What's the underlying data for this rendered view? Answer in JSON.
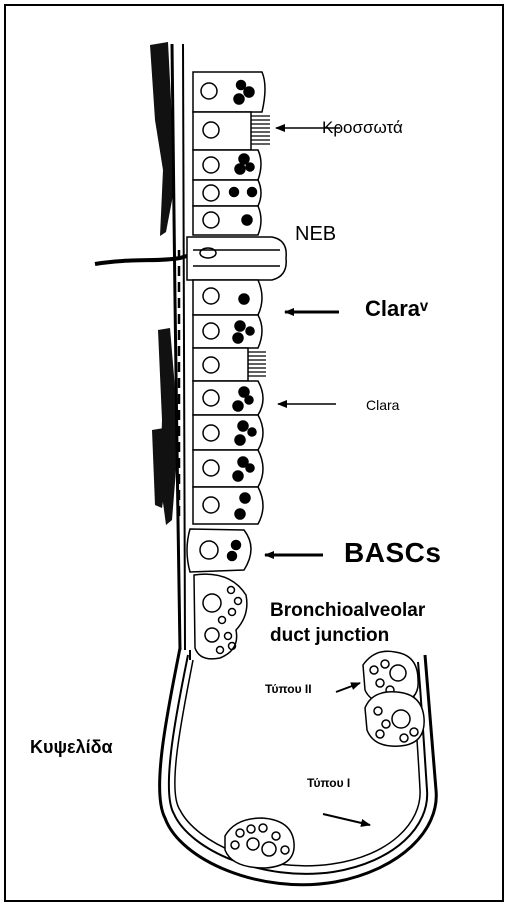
{
  "labels": {
    "krossota": "Κροσσωτά",
    "neb": "NEB",
    "clara_v": "Claraᵛ",
    "clara": "Clara",
    "bascs": "BASCs",
    "junction_line1": "Bronchioalveolar",
    "junction_line2": "duct junction",
    "typou_ii": "Τύπου II",
    "kypselida": "Κυψελίδα",
    "typou_i": "Τύπου I"
  }
}
